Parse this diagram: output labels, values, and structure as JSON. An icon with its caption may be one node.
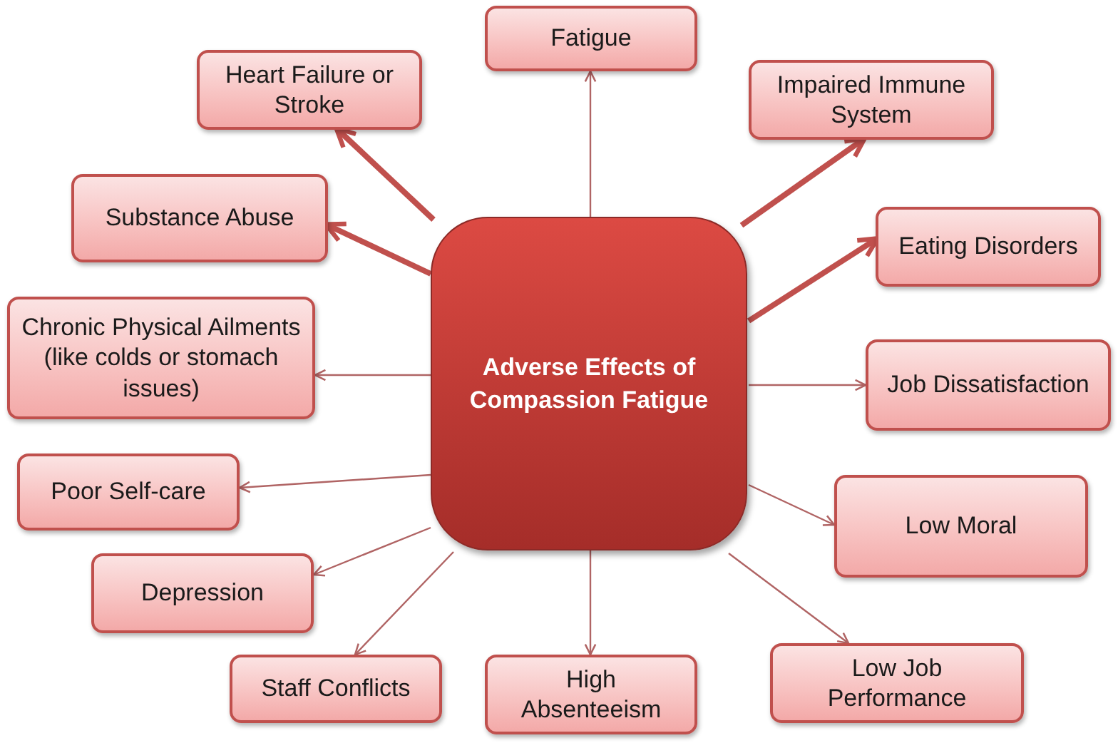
{
  "diagram": {
    "nodes": [
      {
        "text": [
          "Adverse Effects of Compassion Fatigue"
        ]
      },
      {
        "text": [
          "Fatigue"
        ]
      },
      {
        "text": [
          "Heart Failure or Stroke"
        ]
      },
      {
        "text": [
          "Impaired Immune System"
        ]
      },
      {
        "text": [
          "Substance Abuse"
        ]
      },
      {
        "text": [
          "Eating Disorders"
        ]
      },
      {
        "text": [
          "Chronic Physical Ailments (like colds or stomach issues)"
        ]
      },
      {
        "text": [
          "Job Dissatisfaction"
        ]
      },
      {
        "text": [
          "Poor Self-care"
        ]
      },
      {
        "text": [
          "Low Moral"
        ]
      },
      {
        "text": [
          "Depression"
        ]
      },
      {
        "text": [
          "Staff Conflicts"
        ]
      },
      {
        "text": [
          "High Absenteeism"
        ]
      },
      {
        "text": [
          "Low Job Performance"
        ]
      }
    ],
    "edges": [
      {
        "from": 0,
        "to": 1,
        "arrow": "to"
      },
      {
        "from": 0,
        "to": 2,
        "arrow": "to",
        "style": "thick"
      },
      {
        "from": 0,
        "to": 3,
        "arrow": "to",
        "style": "thick"
      },
      {
        "from": 0,
        "to": 4,
        "arrow": "to",
        "style": "thick"
      },
      {
        "from": 0,
        "to": 5,
        "arrow": "to",
        "style": "thick"
      },
      {
        "from": 0,
        "to": 6,
        "arrow": "to"
      },
      {
        "from": 0,
        "to": 7,
        "arrow": "to"
      },
      {
        "from": 0,
        "to": 8,
        "arrow": "to"
      },
      {
        "from": 0,
        "to": 9,
        "arrow": "to"
      },
      {
        "from": 0,
        "to": 10,
        "arrow": "to"
      },
      {
        "from": 0,
        "to": 11,
        "arrow": "to"
      },
      {
        "from": 0,
        "to": 12,
        "arrow": "to"
      },
      {
        "from": 0,
        "to": 13,
        "arrow": "to"
      }
    ]
  }
}
